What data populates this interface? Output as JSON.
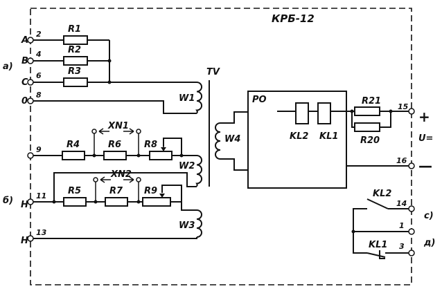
{
  "device_title": "КРБ-12",
  "groups": {
    "a": "а)",
    "b": "б)",
    "c": "с)",
    "d": "д)"
  },
  "inputs": {
    "A": "A",
    "B": "B",
    "C": "C",
    "O": "0",
    "H1": "H",
    "H2": "H"
  },
  "terminals": {
    "t2": "2",
    "t4": "4",
    "t6": "6",
    "t8": "8",
    "t9": "9",
    "t11": "11",
    "t13": "13",
    "t15": "15",
    "t16": "16",
    "t14": "14",
    "t1": "1",
    "t3": "3"
  },
  "resistors": {
    "R1": "R1",
    "R2": "R2",
    "R3": "R3",
    "R4": "R4",
    "R5": "R5",
    "R6": "R6",
    "R7": "R7",
    "R8": "R8",
    "R9": "R9",
    "R20": "R20",
    "R21": "R21"
  },
  "jumpers": {
    "XN1": "XN1",
    "XN2": "XN2"
  },
  "transformer": {
    "name": "TV",
    "w1": "W1",
    "w2": "W2",
    "w3": "W3",
    "w4": "W4"
  },
  "relay": {
    "name": "РО",
    "kl1": "KL1",
    "kl2": "KL2"
  },
  "contacts": {
    "kl2": "KL2",
    "kl1": "KL1"
  },
  "supply": {
    "plus": "+",
    "minus": "—",
    "label": "U="
  }
}
